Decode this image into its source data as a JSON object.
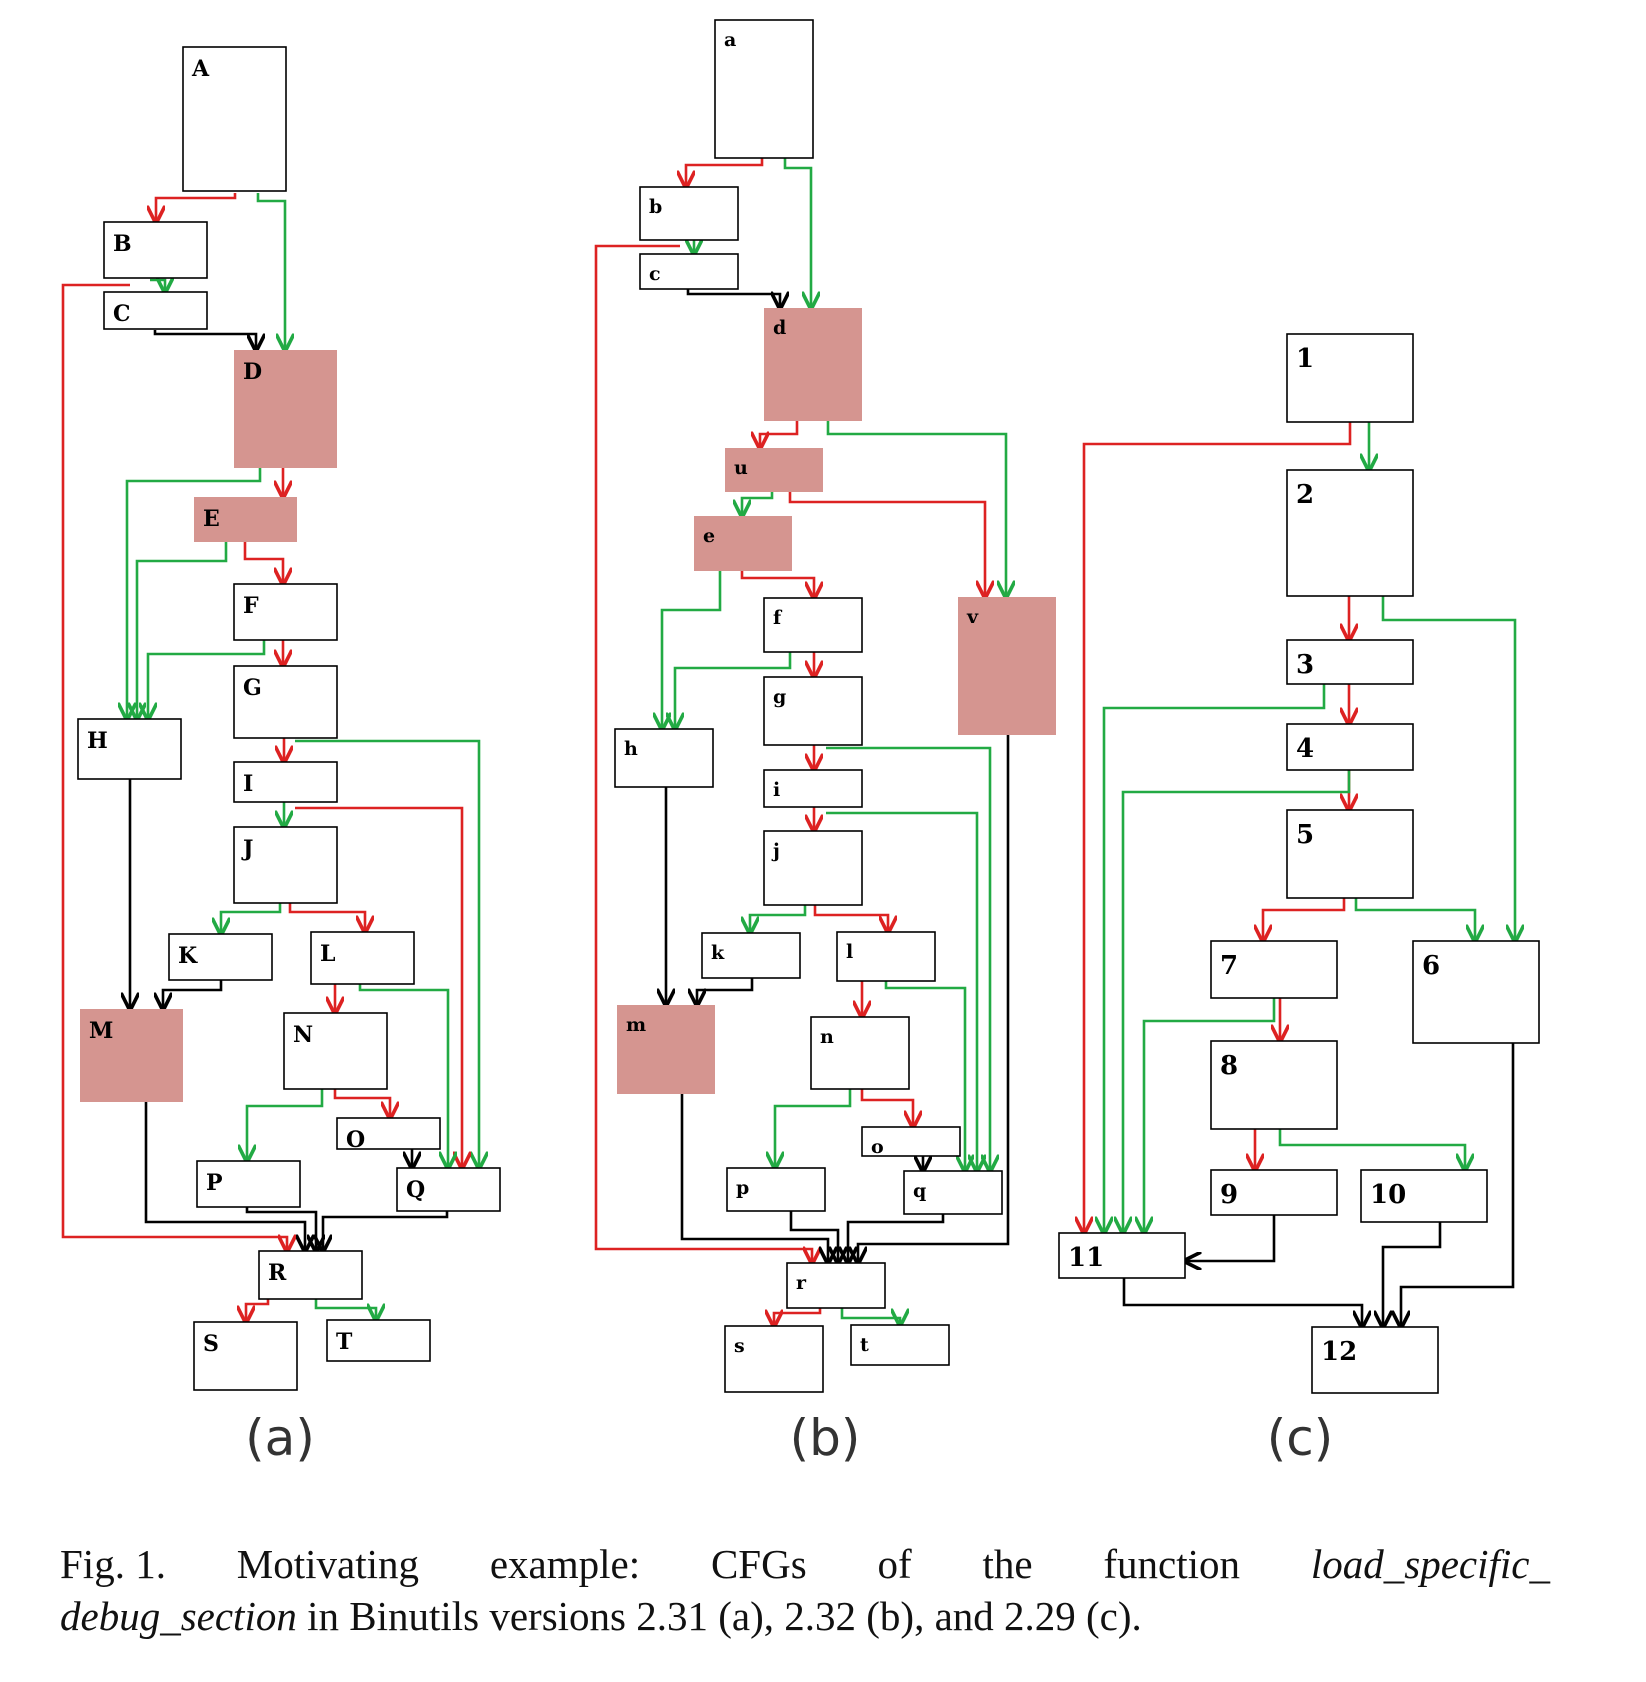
{
  "colors": {
    "true_edge": "#22aa44",
    "false_edge": "#dd2222",
    "plain_edge": "#000000",
    "highlight_fill": "#d59590",
    "node_stroke": "#000000"
  },
  "subfigures": [
    {
      "label": "(a)",
      "nodes": [
        {
          "id": "A",
          "label": "A",
          "highlighted": false
        },
        {
          "id": "B",
          "label": "B",
          "highlighted": false
        },
        {
          "id": "C",
          "label": "C",
          "highlighted": false
        },
        {
          "id": "D",
          "label": "D",
          "highlighted": true
        },
        {
          "id": "E",
          "label": "E",
          "highlighted": true
        },
        {
          "id": "F",
          "label": "F",
          "highlighted": false
        },
        {
          "id": "G",
          "label": "G",
          "highlighted": false
        },
        {
          "id": "H",
          "label": "H",
          "highlighted": false
        },
        {
          "id": "I",
          "label": "I",
          "highlighted": false
        },
        {
          "id": "J",
          "label": "J",
          "highlighted": false
        },
        {
          "id": "K",
          "label": "K",
          "highlighted": false
        },
        {
          "id": "L",
          "label": "L",
          "highlighted": false
        },
        {
          "id": "M",
          "label": "M",
          "highlighted": true
        },
        {
          "id": "N",
          "label": "N",
          "highlighted": false
        },
        {
          "id": "O",
          "label": "O",
          "highlighted": false
        },
        {
          "id": "P",
          "label": "P",
          "highlighted": false
        },
        {
          "id": "Q",
          "label": "Q",
          "highlighted": false
        },
        {
          "id": "R",
          "label": "R",
          "highlighted": false
        },
        {
          "id": "S",
          "label": "S",
          "highlighted": false
        },
        {
          "id": "T",
          "label": "T",
          "highlighted": false
        }
      ]
    },
    {
      "label": "(b)",
      "nodes": [
        {
          "id": "a",
          "label": "a",
          "highlighted": false
        },
        {
          "id": "b",
          "label": "b",
          "highlighted": false
        },
        {
          "id": "c",
          "label": "c",
          "highlighted": false
        },
        {
          "id": "d",
          "label": "d",
          "highlighted": true
        },
        {
          "id": "u",
          "label": "u",
          "highlighted": true
        },
        {
          "id": "e",
          "label": "e",
          "highlighted": true
        },
        {
          "id": "f",
          "label": "f",
          "highlighted": false
        },
        {
          "id": "v",
          "label": "v",
          "highlighted": true
        },
        {
          "id": "g",
          "label": "g",
          "highlighted": false
        },
        {
          "id": "h",
          "label": "h",
          "highlighted": false
        },
        {
          "id": "i",
          "label": "i",
          "highlighted": false
        },
        {
          "id": "j",
          "label": "j",
          "highlighted": false
        },
        {
          "id": "k",
          "label": "k",
          "highlighted": false
        },
        {
          "id": "l",
          "label": "l",
          "highlighted": false
        },
        {
          "id": "m",
          "label": "m",
          "highlighted": true
        },
        {
          "id": "n",
          "label": "n",
          "highlighted": false
        },
        {
          "id": "o",
          "label": "o",
          "highlighted": false
        },
        {
          "id": "p",
          "label": "p",
          "highlighted": false
        },
        {
          "id": "q",
          "label": "q",
          "highlighted": false
        },
        {
          "id": "r",
          "label": "r",
          "highlighted": false
        },
        {
          "id": "s",
          "label": "s",
          "highlighted": false
        },
        {
          "id": "t",
          "label": "t",
          "highlighted": false
        }
      ]
    },
    {
      "label": "(c)",
      "nodes": [
        {
          "id": "1",
          "label": "1",
          "highlighted": false
        },
        {
          "id": "2",
          "label": "2",
          "highlighted": false
        },
        {
          "id": "3",
          "label": "3",
          "highlighted": false
        },
        {
          "id": "4",
          "label": "4",
          "highlighted": false
        },
        {
          "id": "5",
          "label": "5",
          "highlighted": false
        },
        {
          "id": "6",
          "label": "6",
          "highlighted": false
        },
        {
          "id": "7",
          "label": "7",
          "highlighted": false
        },
        {
          "id": "8",
          "label": "8",
          "highlighted": false
        },
        {
          "id": "9",
          "label": "9",
          "highlighted": false
        },
        {
          "id": "10",
          "label": "10",
          "highlighted": false
        },
        {
          "id": "11",
          "label": "11",
          "highlighted": false
        },
        {
          "id": "12",
          "label": "12",
          "highlighted": false
        }
      ]
    }
  ],
  "caption": {
    "fig": "Fig. 1.",
    "text_1": "Motivating",
    "text_2": "example:",
    "text_3": "CFGs",
    "text_4": "of",
    "text_5": "the",
    "text_6": "function",
    "func_part1": "load_specific_",
    "func_part2": "debug_section",
    "rest": " in Binutils versions 2.31 (a), 2.32 (b), and 2.29 (c)."
  }
}
